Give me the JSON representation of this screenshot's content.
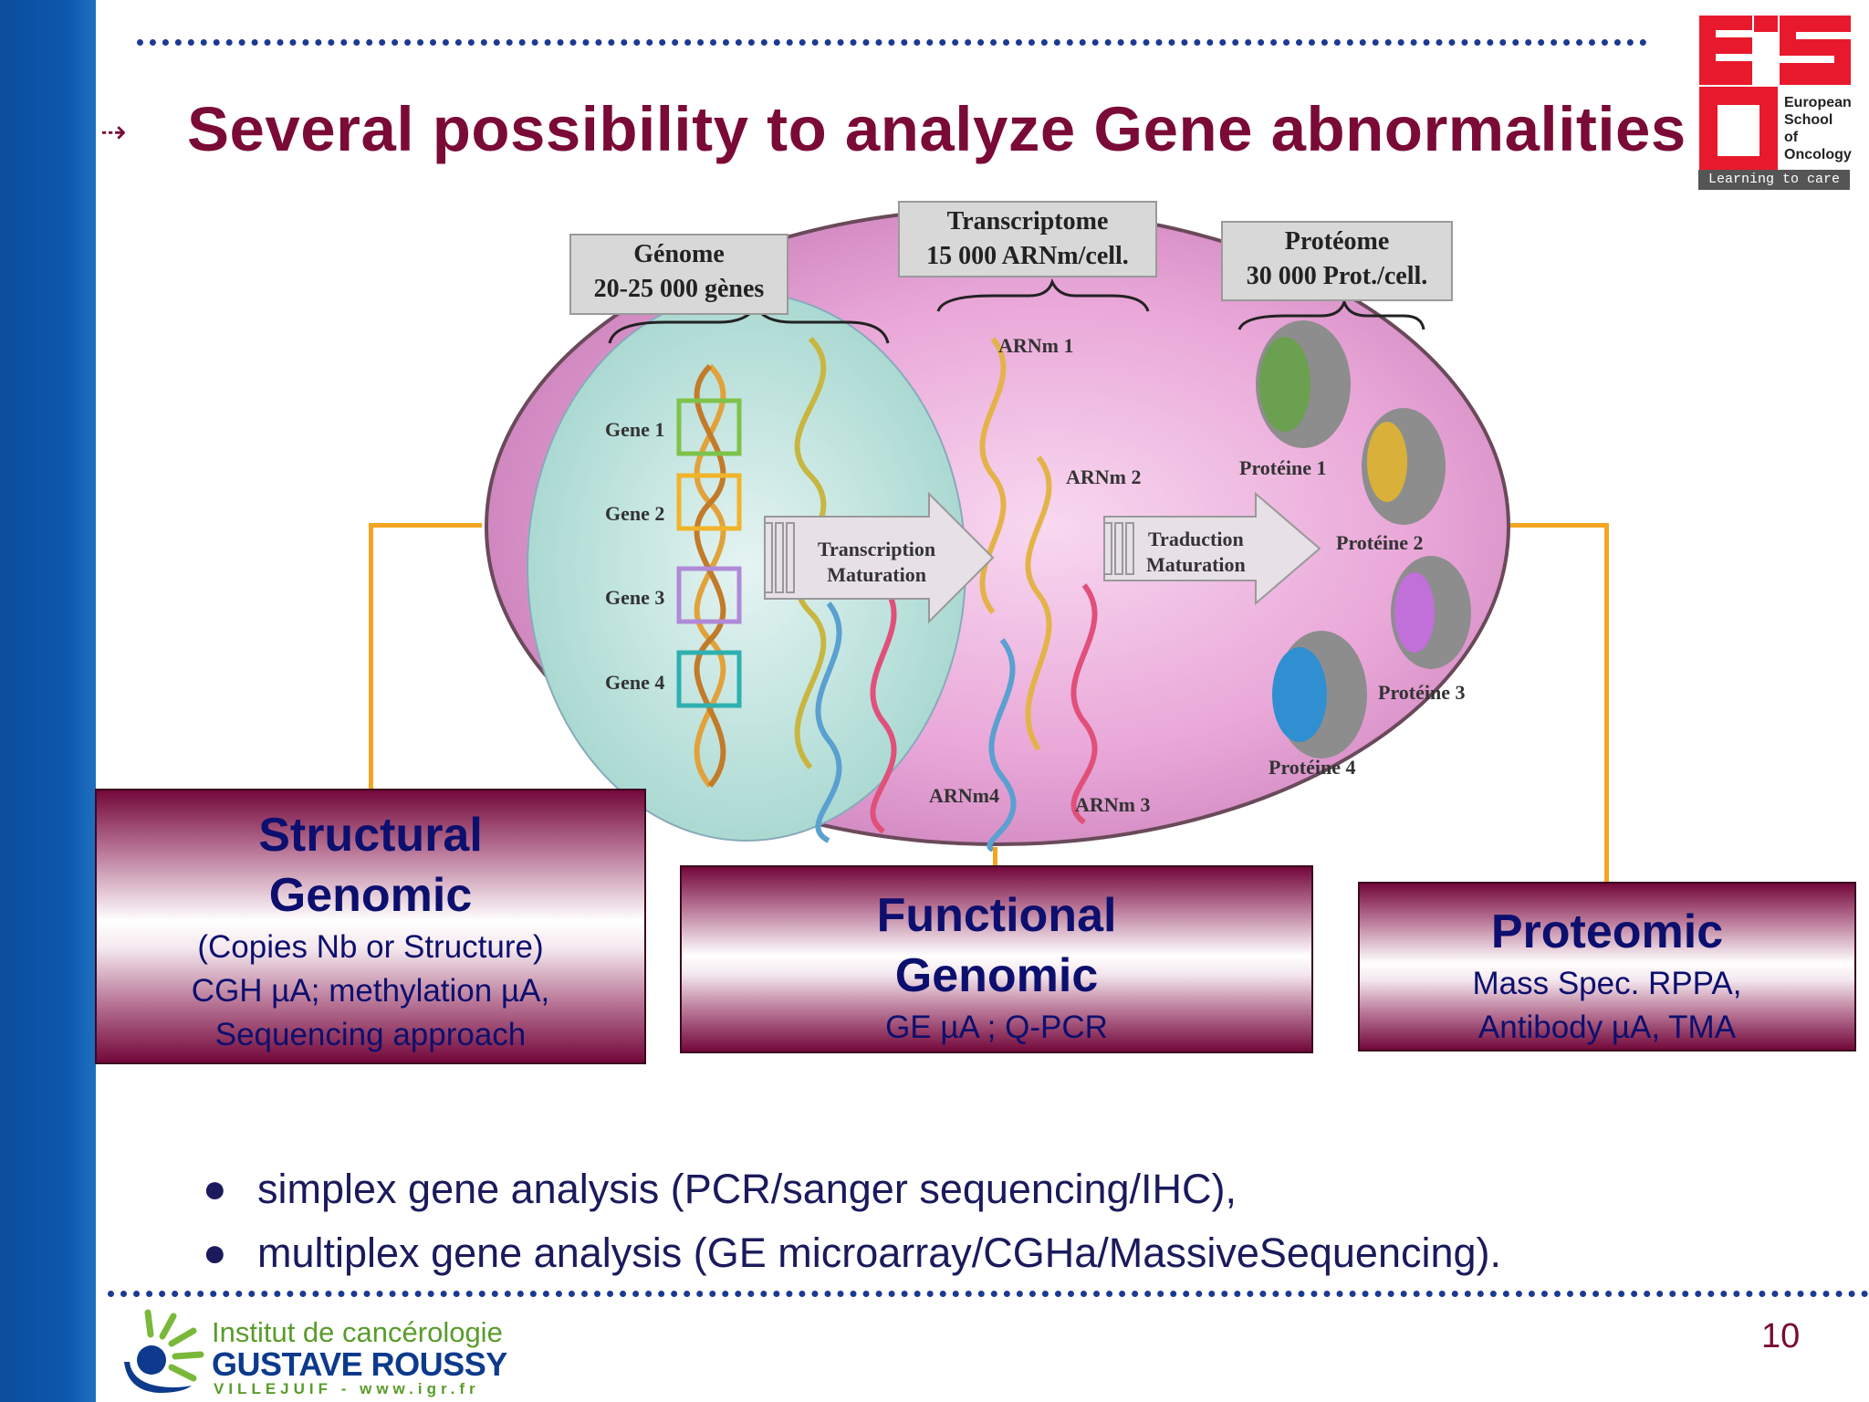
{
  "slide": {
    "title": "Several possibility to analyze Gene abnormalities",
    "page_number": "10"
  },
  "eso_logo": {
    "letters": "ESO",
    "line1": "European",
    "line2": "School",
    "line3": "of",
    "line4": "Oncology",
    "tagline": "Learning to care",
    "color": "#e8192c"
  },
  "diagram": {
    "genome_box": {
      "line1": "Génome",
      "line2": "20-25 000 gènes"
    },
    "transcriptome_box": {
      "line1": "Transcriptome",
      "line2": "15 000 ARNm/cell."
    },
    "proteome_box": {
      "line1": "Protéome",
      "line2": "30 000 Prot./cell."
    },
    "genes": [
      "Gene 1",
      "Gene 2",
      "Gene 3",
      "Gene 4"
    ],
    "mrnas": [
      "ARNm 1",
      "ARNm 2",
      "ARNm 3",
      "ARNm4"
    ],
    "proteins": [
      "Protéine 1",
      "Protéine 2",
      "Protéine 3",
      "Protéine 4"
    ],
    "step1": {
      "line1": "Transcription",
      "line2": "Maturation"
    },
    "step2": {
      "line1": "Traduction",
      "line2": "Maturation"
    }
  },
  "boxes": {
    "structural": {
      "title1": "Structural",
      "title2": "Genomic",
      "sub1": "(Copies Nb or Structure)",
      "sub2": "CGH µA; methylation µA,",
      "sub3": "Sequencing approach"
    },
    "functional": {
      "title1": "Functional",
      "title2": "Genomic",
      "sub1": "GE µA ; Q-PCR"
    },
    "proteomic": {
      "title1": "Proteomic",
      "sub1": "Mass Spec. RPPA,",
      "sub2": "Antibody µA, TMA"
    }
  },
  "bullets": [
    "simplex gene analysis (PCR/sanger sequencing/IHC),",
    "multiplex gene analysis (GE microarray/CGHa/MassiveSequencing)."
  ],
  "footer_logo": {
    "line1": "Institut de cancérologie",
    "line2": "GUSTAVE ROUSSY",
    "line3": "VILLEJUIF - www.igr.fr"
  }
}
